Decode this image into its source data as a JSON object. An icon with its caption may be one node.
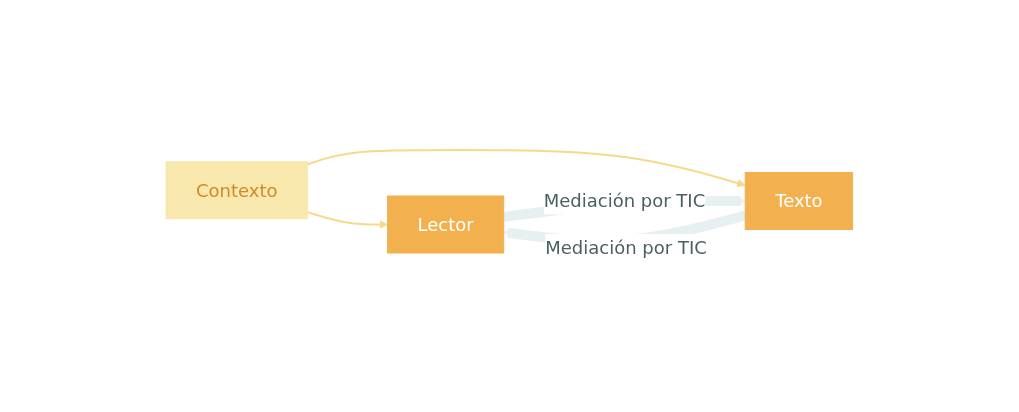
{
  "diagram": {
    "nodes": [
      {
        "text": [
          "Lector"
        ]
      },
      {
        "text": [
          "Contexto"
        ]
      },
      {
        "text": [
          "Texto"
        ]
      }
    ],
    "edges": [
      {
        "from": 1,
        "to": 0,
        "arrow": "to",
        "color": "#f7d98a"
      },
      {
        "from": 1,
        "to": 2,
        "arrow": "to",
        "color": "#f7d98a"
      },
      {
        "from": 0,
        "to": 2,
        "arrow": "to",
        "label": "Mediación por TIC",
        "style": "thick",
        "color": "#e6f0f1"
      },
      {
        "from": 2,
        "to": 0,
        "arrow": "to",
        "label": "Mediación por TIC",
        "style": "thick",
        "color": "#e6f0f1"
      }
    ]
  }
}
